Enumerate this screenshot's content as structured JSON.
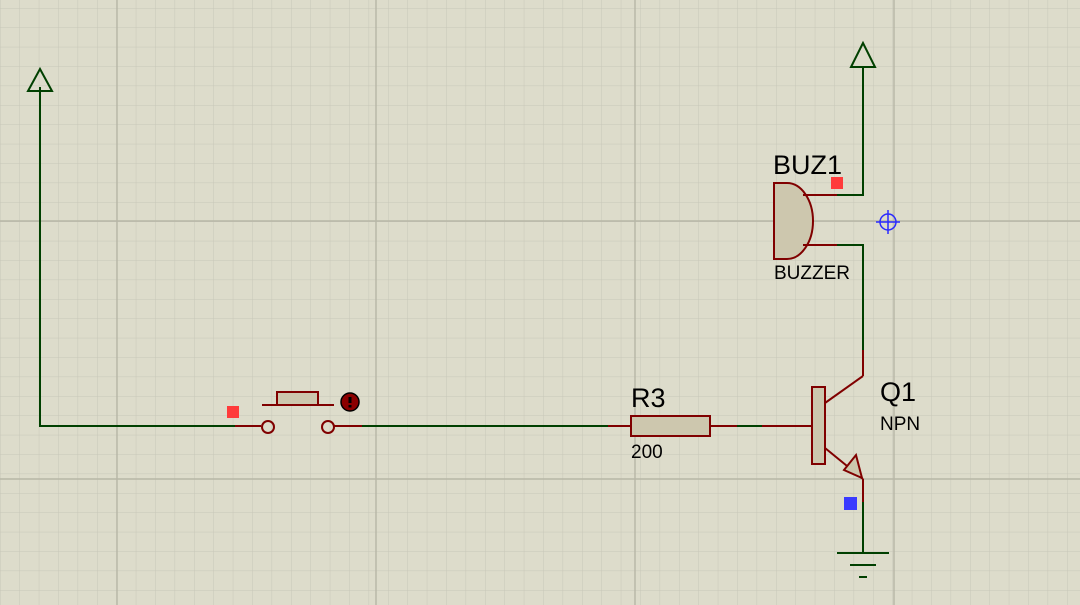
{
  "colors": {
    "background": "#dddccb",
    "grid_minor": "#c8c7b8",
    "grid_major": "#b8b7a8",
    "wire": "#004000",
    "component": "#800000",
    "component_fill": "#cdc7ae",
    "pin_marker": "#ff3b3b",
    "selection_marker": "#3a3aff",
    "cursor": "#2a2aff"
  },
  "components": {
    "buzzer": {
      "ref": "BUZ1",
      "value": "BUZZER",
      "icon": "buzzer-symbol"
    },
    "resistor": {
      "ref": "R3",
      "value": "200",
      "icon": "resistor-symbol"
    },
    "transistor": {
      "ref": "Q1",
      "value": "NPN",
      "icon": "npn-transistor-symbol"
    },
    "switch": {
      "icon": "pushbutton-symbol"
    },
    "power_left": {
      "icon": "power-terminal-arrow"
    },
    "power_right": {
      "icon": "power-terminal-arrow"
    },
    "ground": {
      "icon": "ground-symbol"
    }
  }
}
